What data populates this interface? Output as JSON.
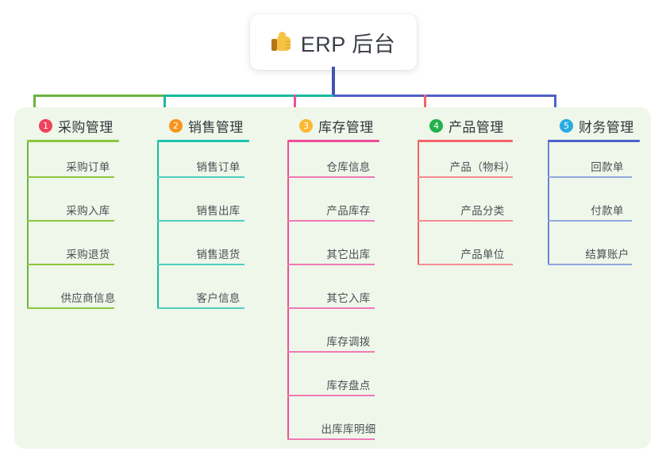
{
  "root": {
    "title": "ERP 后台",
    "icon": "thumbs-up-emoji"
  },
  "palette": {
    "panel_bg": "#eef7e9",
    "page_bg": "#ffffff",
    "root_stem": "#4054b2",
    "bar_green": "#6cb33f",
    "bar_teal": "#17b9a0",
    "bar_blue": "#4e5fc4",
    "text_dark": "#33373d",
    "text_leaf": "#4a4f56"
  },
  "columns": [
    {
      "index": "1",
      "title": "采购管理",
      "badge_color": "#f0425a",
      "rule_color": "#8cc63f",
      "leaf_color": "#8cc63f",
      "stem_color": "#6cb33f",
      "leaves": [
        "采购订单",
        "采购入库",
        "采购退货",
        "供应商信息"
      ]
    },
    {
      "index": "2",
      "title": "销售管理",
      "badge_color": "#f7941e",
      "rule_color": "#1ec3b0",
      "leaf_color": "#4ecfc0",
      "stem_color": "#17b9a0",
      "leaves": [
        "销售订单",
        "销售出库",
        "销售退货",
        "客户信息"
      ]
    },
    {
      "index": "3",
      "title": "库存管理",
      "badge_color": "#fbb933",
      "rule_color": "#ef4d9c",
      "leaf_color": "#f07ab4",
      "stem_color": "#ef4d9c",
      "leaves": [
        "仓库信息",
        "产品库存",
        "其它出库",
        "其它入库",
        "库存调拨",
        "库存盘点",
        "出库库明细"
      ]
    },
    {
      "index": "4",
      "title": "产品管理",
      "badge_color": "#22b14c",
      "rule_color": "#f4636b",
      "leaf_color": "#f78b90",
      "stem_color": "#f4636b",
      "leaves": [
        "产品（物料）",
        "产品分类",
        "产品单位"
      ]
    },
    {
      "index": "5",
      "title": "财务管理",
      "badge_color": "#29abe2",
      "rule_color": "#4e62c8",
      "leaf_color": "#93a7e0",
      "stem_color": "#6d81d6",
      "leaves": [
        "回款单",
        "付款单",
        "结算账户"
      ]
    }
  ]
}
